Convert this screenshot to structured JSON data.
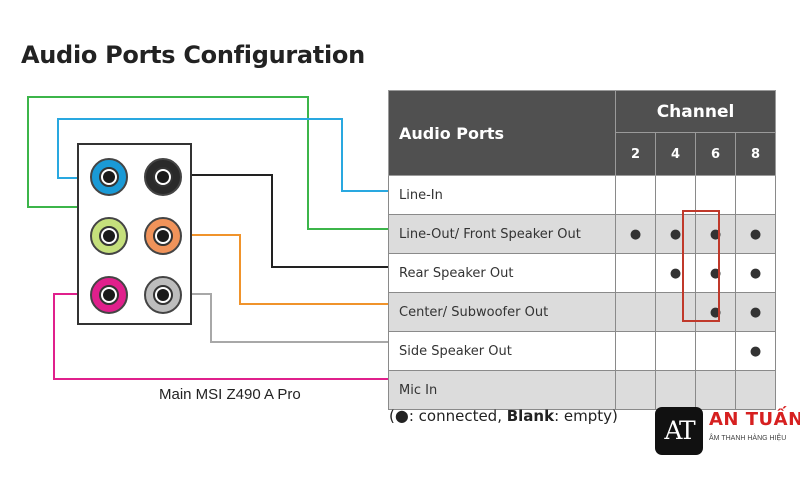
{
  "title": "Audio Ports Configuration",
  "board_label": "Main MSI Z490 A Pro",
  "table": {
    "header_ports": "Audio Ports",
    "header_channel": "Channel",
    "channels": [
      "2",
      "4",
      "6",
      "8"
    ],
    "rows": [
      {
        "label": "Line-In",
        "cells": [
          "",
          "",
          "",
          ""
        ]
      },
      {
        "label": "Line-Out/ Front Speaker Out",
        "cells": [
          "●",
          "●",
          "●",
          "●"
        ]
      },
      {
        "label": "Rear Speaker Out",
        "cells": [
          "",
          "●",
          "●",
          "●"
        ]
      },
      {
        "label": "Center/ Subwoofer Out",
        "cells": [
          "",
          "",
          "●",
          "●"
        ]
      },
      {
        "label": "Side Speaker Out",
        "cells": [
          "",
          "",
          "",
          "●"
        ]
      },
      {
        "label": "Mic In",
        "cells": [
          "",
          "",
          "",
          ""
        ]
      }
    ]
  },
  "legend": {
    "open": "(",
    "symbol": "●",
    "connected": ": connected, ",
    "blank_word": "Blank",
    "empty": ": empty)"
  },
  "logo": {
    "mark": "AT",
    "name": "AN TUẤN",
    "tagline": "ÂM THANH HÀNG HIỆU"
  },
  "colors": {
    "line_in": "#29a8e0",
    "line_out": "#3cb54a",
    "rear": "#222222",
    "center": "#f0932b",
    "side": "#a8a8a8",
    "mic": "#e0208c",
    "jack_lime": "#c5e07c",
    "jack_orange": "#f0935a",
    "jack_pink": "#e0208c",
    "jack_gray": "#bdbdbd",
    "jack_blue": "#1a9ad6",
    "jack_black": "#2a2a2a",
    "highlight": "#c0392b"
  }
}
